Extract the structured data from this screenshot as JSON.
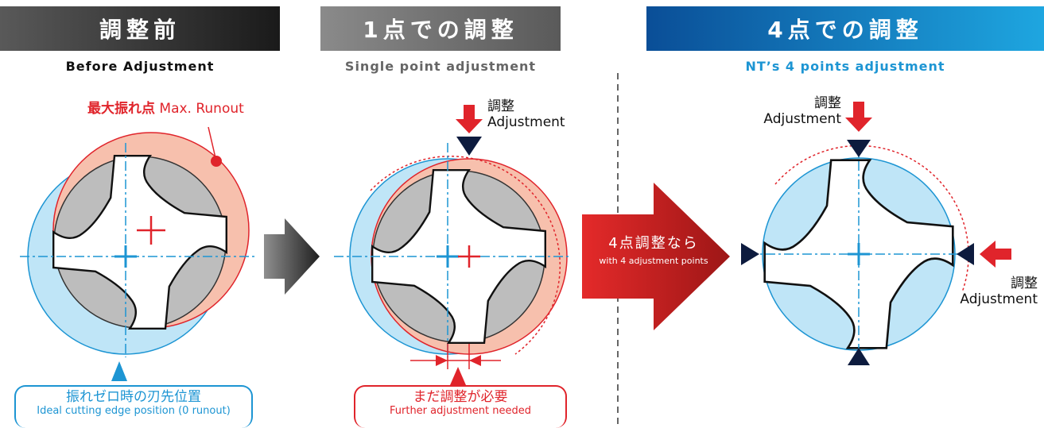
{
  "before": {
    "banner": "調整前",
    "subtitle": "Before Adjustment",
    "max_runout_jp": "最大振れ点",
    "max_runout_en": "Max. Runout",
    "ideal_jp": "振れゼロ時の刃先位置",
    "ideal_en": "Ideal cutting edge position (0 runout)"
  },
  "single": {
    "banner": "1点での調整",
    "subtitle": "Single point adjustment",
    "adjust_jp": "調整",
    "adjust_en": "Adjustment",
    "further_jp": "まだ調整が必要",
    "further_en": "Further adjustment needed"
  },
  "four": {
    "banner": "4点での調整",
    "subtitle": "NT’s 4 points adjustment",
    "adjust_top_jp": "調整",
    "adjust_top_en": "Adjustment",
    "adjust_right_jp": "調整",
    "adjust_right_en": "Adjustment"
  },
  "arrow": {
    "jp": "4点調整なら",
    "en": "with 4 adjustment points"
  },
  "colors": {
    "red": "#e0242b",
    "blue": "#1d95d3",
    "light_blue": "#bfe5f7",
    "salmon": "#f7c0ad",
    "gray": "#bdbdbd",
    "navy": "#0d1b3e"
  }
}
